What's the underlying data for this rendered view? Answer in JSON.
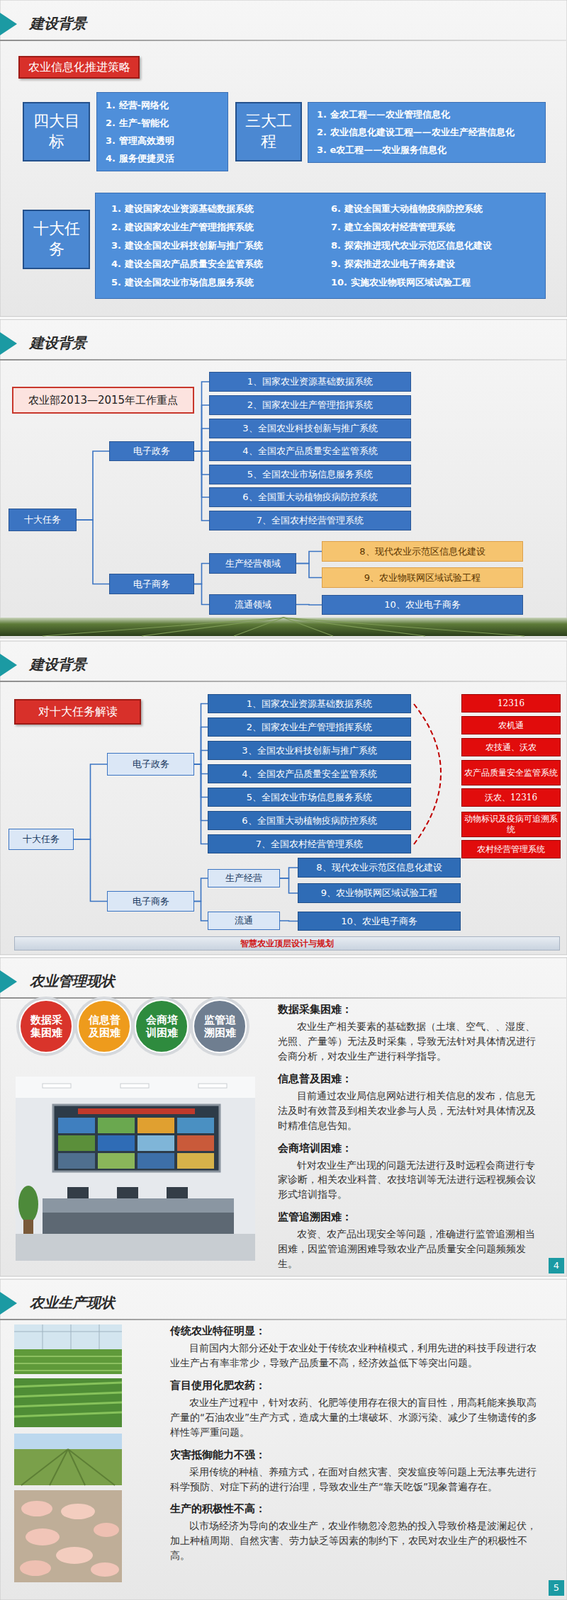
{
  "diagram": {
    "nodes": [
      {
        "text": [
          "农业信息化推进策略"
        ]
      },
      {
        "text": [
          "四大目标"
        ]
      },
      {
        "text": [
          "1. 经营-网络化",
          "2. 生产-智能化",
          "3. 管理高效透明",
          "4. 服务便捷灵活"
        ]
      },
      {
        "text": [
          "三大工程"
        ]
      },
      {
        "text": [
          "1. 金农工程——农业管理信息化",
          "2. 农业信息化建设工程——农业生产经营信息化",
          "3. e农工程——农业服务信息化"
        ]
      },
      {
        "text": [
          "十大任务"
        ]
      },
      {
        "text": [
          "1. 建设国家农业资源基础数据系统",
          "2. 建设国家农业生产管理指挥系统",
          "3. 建设全国农业科技创新与推广系统",
          "4. 建设全国农产品质量安全监管系统",
          "5. 建设全国农业市场信息服务系统",
          "6. 建设全国重大动植物疫病防控系统",
          "7. 建立全国农村经营管理系统",
          "8. 探索推进现代农业示范区信息化建设",
          "9. 探索推进农业电子商务建设",
          "10. 实施农业物联网区域试验工程"
        ]
      },
      {
        "text": [
          "农业部2013—2015年工作重点"
        ]
      },
      {
        "text": [
          "十大任务"
        ]
      },
      {
        "text": [
          "电子政务"
        ]
      },
      {
        "text": [
          "1、国家农业资源基础数据系统"
        ]
      },
      {
        "text": [
          "2、国家农业生产管理指挥系统"
        ]
      },
      {
        "text": [
          "3、全国农业科技创新与推广系统"
        ]
      },
      {
        "text": [
          "4、全国农产品质量安全监管系统"
        ]
      },
      {
        "text": [
          "5、全国农业市场信息服务系统"
        ]
      },
      {
        "text": [
          "6、全国重大动植物疫病防控系统"
        ]
      },
      {
        "text": [
          "7、全国农村经营管理系统"
        ]
      },
      {
        "text": [
          "电子商务"
        ]
      },
      {
        "text": [
          "生产经营领域"
        ]
      },
      {
        "text": [
          "8、现代农业示范区信息化建设"
        ]
      },
      {
        "text": [
          "9、农业物联网区域试验工程"
        ]
      },
      {
        "text": [
          "流通领域"
        ]
      },
      {
        "text": [
          "10、农业电子商务"
        ]
      },
      {
        "text": [
          "对十大任务解读"
        ]
      },
      {
        "text": [
          "十大任务"
        ]
      },
      {
        "text": [
          "电子政务"
        ]
      },
      {
        "text": [
          "1、国家农业资源基础数据系统"
        ]
      },
      {
        "text": [
          "2、国家农业生产管理指挥系统"
        ]
      },
      {
        "text": [
          "3、全国农业科技创新与推广系统"
        ]
      },
      {
        "text": [
          "4、全国农产品质量安全监管系统"
        ]
      },
      {
        "text": [
          "5、全国农业市场信息服务系统"
        ]
      },
      {
        "text": [
          "6、全国重大动植物疫病防控系统"
        ]
      },
      {
        "text": [
          "7、全国农村经营管理系统"
        ]
      },
      {
        "text": [
          "12316"
        ]
      },
      {
        "text": [
          "农机通"
        ]
      },
      {
        "text": [
          "农技通、沃农"
        ]
      },
      {
        "text": [
          "农产品质量安全监管系统"
        ]
      },
      {
        "text": [
          "沃农、12316"
        ]
      },
      {
        "text": [
          "动物标识及疫病可追溯系统"
        ]
      },
      {
        "text": [
          "农村经营管理系统"
        ]
      },
      {
        "text": [
          "电子商务"
        ]
      },
      {
        "text": [
          "生产经营"
        ]
      },
      {
        "text": [
          "8、现代农业示范区信息化建设"
        ]
      },
      {
        "text": [
          "9、农业物联网区域试验工程"
        ]
      },
      {
        "text": [
          "流通"
        ]
      },
      {
        "text": [
          "10、农业电子商务"
        ]
      },
      {
        "text": [
          "智慧农业顶层设计与规划"
        ]
      },
      {
        "text": [
          "数据采集困难"
        ]
      },
      {
        "text": [
          "信息普及困难"
        ]
      },
      {
        "text": [
          "会商培训困难"
        ]
      },
      {
        "text": [
          "监管追溯困难"
        ]
      }
    ],
    "edges": [
      {
        "from": 8,
        "to": 9,
        "arrow": "none"
      },
      {
        "from": 8,
        "to": 17,
        "arrow": "none"
      },
      {
        "from": 9,
        "to": 10,
        "arrow": "none"
      },
      {
        "from": 9,
        "to": 11,
        "arrow": "none"
      },
      {
        "from": 9,
        "to": 12,
        "arrow": "none"
      },
      {
        "from": 9,
        "to": 13,
        "arrow": "none"
      },
      {
        "from": 9,
        "to": 14,
        "arrow": "none"
      },
      {
        "from": 9,
        "to": 15,
        "arrow": "none"
      },
      {
        "from": 9,
        "to": 16,
        "arrow": "none"
      },
      {
        "from": 17,
        "to": 18,
        "arrow": "none"
      },
      {
        "from": 17,
        "to": 21,
        "arrow": "none"
      },
      {
        "from": 18,
        "to": 19,
        "arrow": "none"
      },
      {
        "from": 18,
        "to": 20,
        "arrow": "none"
      },
      {
        "from": 21,
        "to": 22,
        "arrow": "none"
      },
      {
        "from": 24,
        "to": 25,
        "arrow": "none"
      },
      {
        "from": 24,
        "to": 40,
        "arrow": "none"
      },
      {
        "from": 25,
        "to": 26,
        "arrow": "none"
      },
      {
        "from": 25,
        "to": 27,
        "arrow": "none"
      },
      {
        "from": 25,
        "to": 28,
        "arrow": "none"
      },
      {
        "from": 25,
        "to": 29,
        "arrow": "none"
      },
      {
        "from": 25,
        "to": 30,
        "arrow": "none"
      },
      {
        "from": 25,
        "to": 31,
        "arrow": "none"
      },
      {
        "from": 25,
        "to": 32,
        "arrow": "none"
      },
      {
        "from": 40,
        "to": 41,
        "arrow": "none"
      },
      {
        "from": 40,
        "to": 44,
        "arrow": "none"
      },
      {
        "from": 41,
        "to": 42,
        "arrow": "none"
      },
      {
        "from": 41,
        "to": 43,
        "arrow": "none"
      },
      {
        "from": 44,
        "to": 45,
        "arrow": "none"
      }
    ],
    "labels": [
      "建设背景",
      "建设背景",
      "建设背景",
      "农业管理现状",
      "数据采集困难：",
      "农业生产相关要素的基础数据（土壤、空气、、湿度、光照、产量等）无法及时采集，导致无法针对具体情况进行会商分析，对农业生产进行科学指导。",
      "信息普及困难：",
      "目前通过农业局信息网站进行相关信息的发布，信息无法及时有效普及到相关农业参与人员，无法针对具体情况及时精准信息告知。",
      "会商培训困难：",
      "针对农业生产出现的问题无法进行及时远程会商进行专家诊断，相关农业科普、农技培训等无法进行远程视频会议形式培训指导。",
      "监管追溯困难：",
      "农资、农产品出现安全等问题，准确进行监管追溯相当困难，因监管追溯困难导致农业产品质量安全问题频频发生。",
      "4",
      "农业生产现状",
      "传统农业特征明显：",
      "目前国内大部分还处于农业处于传统农业种植模式，利用先进的科技手段进行农业生产占有率非常少，导致产品质量不高，经济效益低下等突出问题。",
      "盲目使用化肥农药：",
      "农业生产过程中，针对农药、化肥等使用存在很大的盲目性，用高耗能来换取高产量的“石油农业”生产方式，造成大量的土壤破坏、水源污染、减少了生物遗传的多样性等严重问题。",
      "灾害抵御能力不强：",
      "采用传统的种植、养殖方式，在面对自然灾害、突发瘟疫等问题上无法事先进行科学预防、对症下药的进行治理，导致农业生产“靠天吃饭”现象普遍存在。",
      "生产的积极性不高：",
      "以市场经济为导向的农业生产，农业作物忽冷忽热的投入导致价格是波澜起伏，加上种植周期、自然灾害、劳力缺乏等因素的制约下，农民对农业生产的积极性不高。",
      "5"
    ]
  }
}
